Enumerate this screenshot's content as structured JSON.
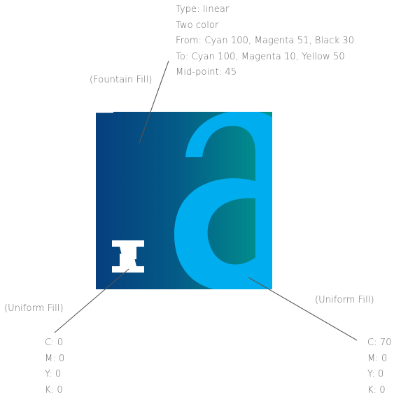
{
  "fountain_fill": {
    "label": "(Fountain Fill)",
    "spec_lines": [
      "Type: linear",
      "Two color",
      "From: Cyan 100, Magenta 51, Black 30",
      "To: Cyan 100, Magenta 10, Yellow 50",
      "Mid-point: 45"
    ],
    "gradient_from_color": "#063f7d",
    "gradient_to_color": "#00968e"
  },
  "uniform_fill_left": {
    "label": "(Uniform Fill)",
    "cmyk": [
      "C: 0",
      "M: 0",
      "Y: 0",
      "K: 0"
    ],
    "color": "#ffffff"
  },
  "uniform_fill_right": {
    "label": "(Uniform Fill)",
    "cmyk": [
      "C: 70",
      "M: 0",
      "Y: 0",
      "K: 0"
    ],
    "color": "#00aeef"
  },
  "artwork": {
    "large_letter": "a",
    "small_glyph_icon": "n-logo-icon"
  },
  "colors": {
    "text": "#6b6b6b",
    "leader_line": "#555555"
  }
}
